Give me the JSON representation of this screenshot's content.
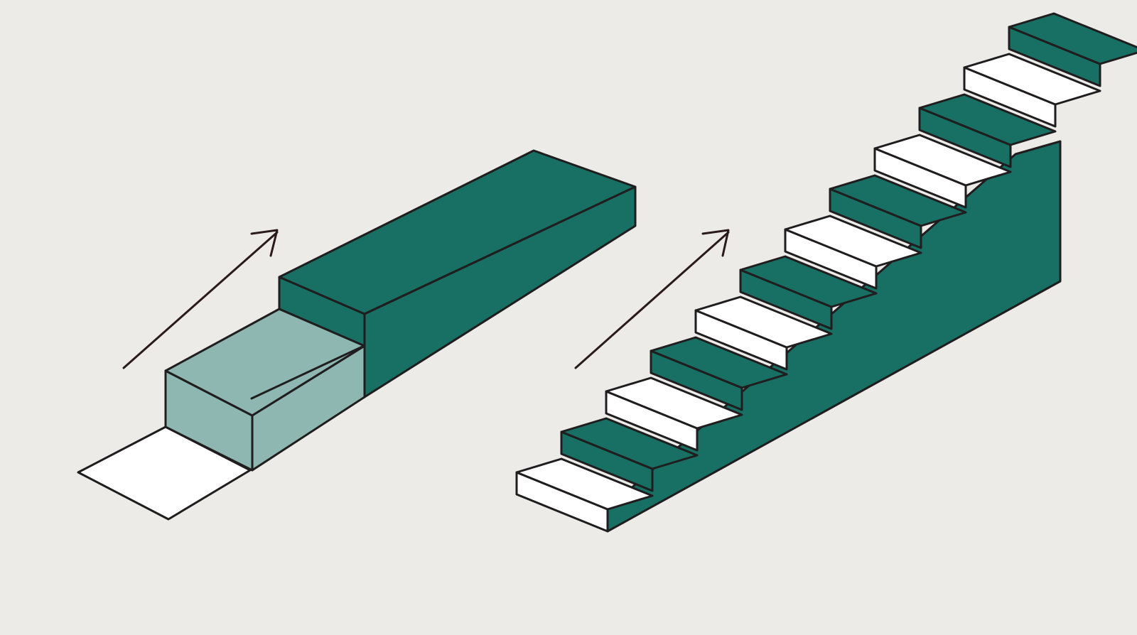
{
  "colors": {
    "background": "#ecebe8",
    "teal": "#186f63",
    "teal_light": "#8db7b0",
    "white": "#ffffff",
    "outline": "#1f1d1d",
    "arrow": "#2a1a1d"
  },
  "illustrations": [
    {
      "name": "two-step-block",
      "steps": 2,
      "icon": "arrow-up-right-icon"
    },
    {
      "name": "many-step-staircase",
      "steps": 12,
      "icon": "arrow-up-right-icon"
    }
  ]
}
